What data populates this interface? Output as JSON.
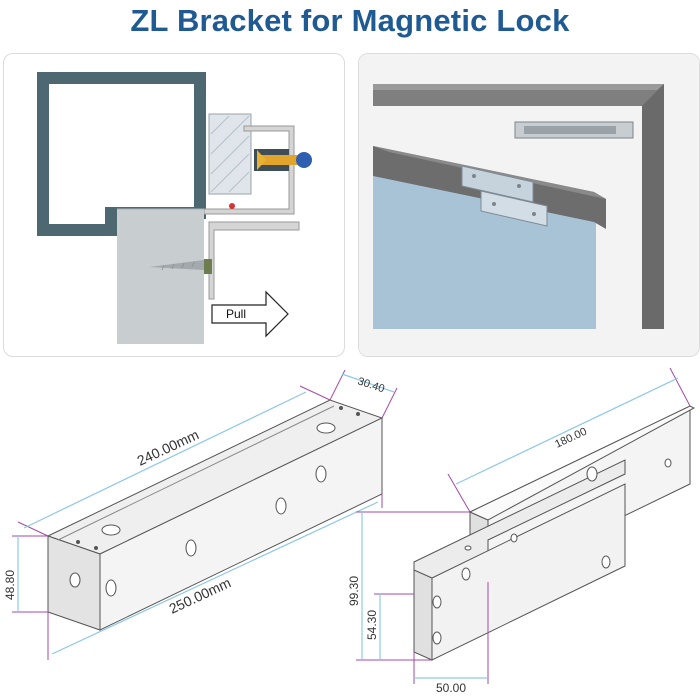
{
  "title": "ZL Bracket for Magnetic Lock",
  "section_view": {
    "pull_label": "Pull"
  },
  "dimensions": {
    "top_length": "240.00mm",
    "bottom_length": "250.00mm",
    "width": "30.40",
    "end_height": "48.80",
    "z_length": "180.00",
    "total_height": "99.30",
    "lower_height": "54.30",
    "base_width": "50.00"
  },
  "colors": {
    "title": "#1f5a93",
    "frame": "#4d6870",
    "dimension_line": "#8ec7e8",
    "extension_line": "#a54aa5",
    "bracket_fill": "#eaeaea"
  }
}
